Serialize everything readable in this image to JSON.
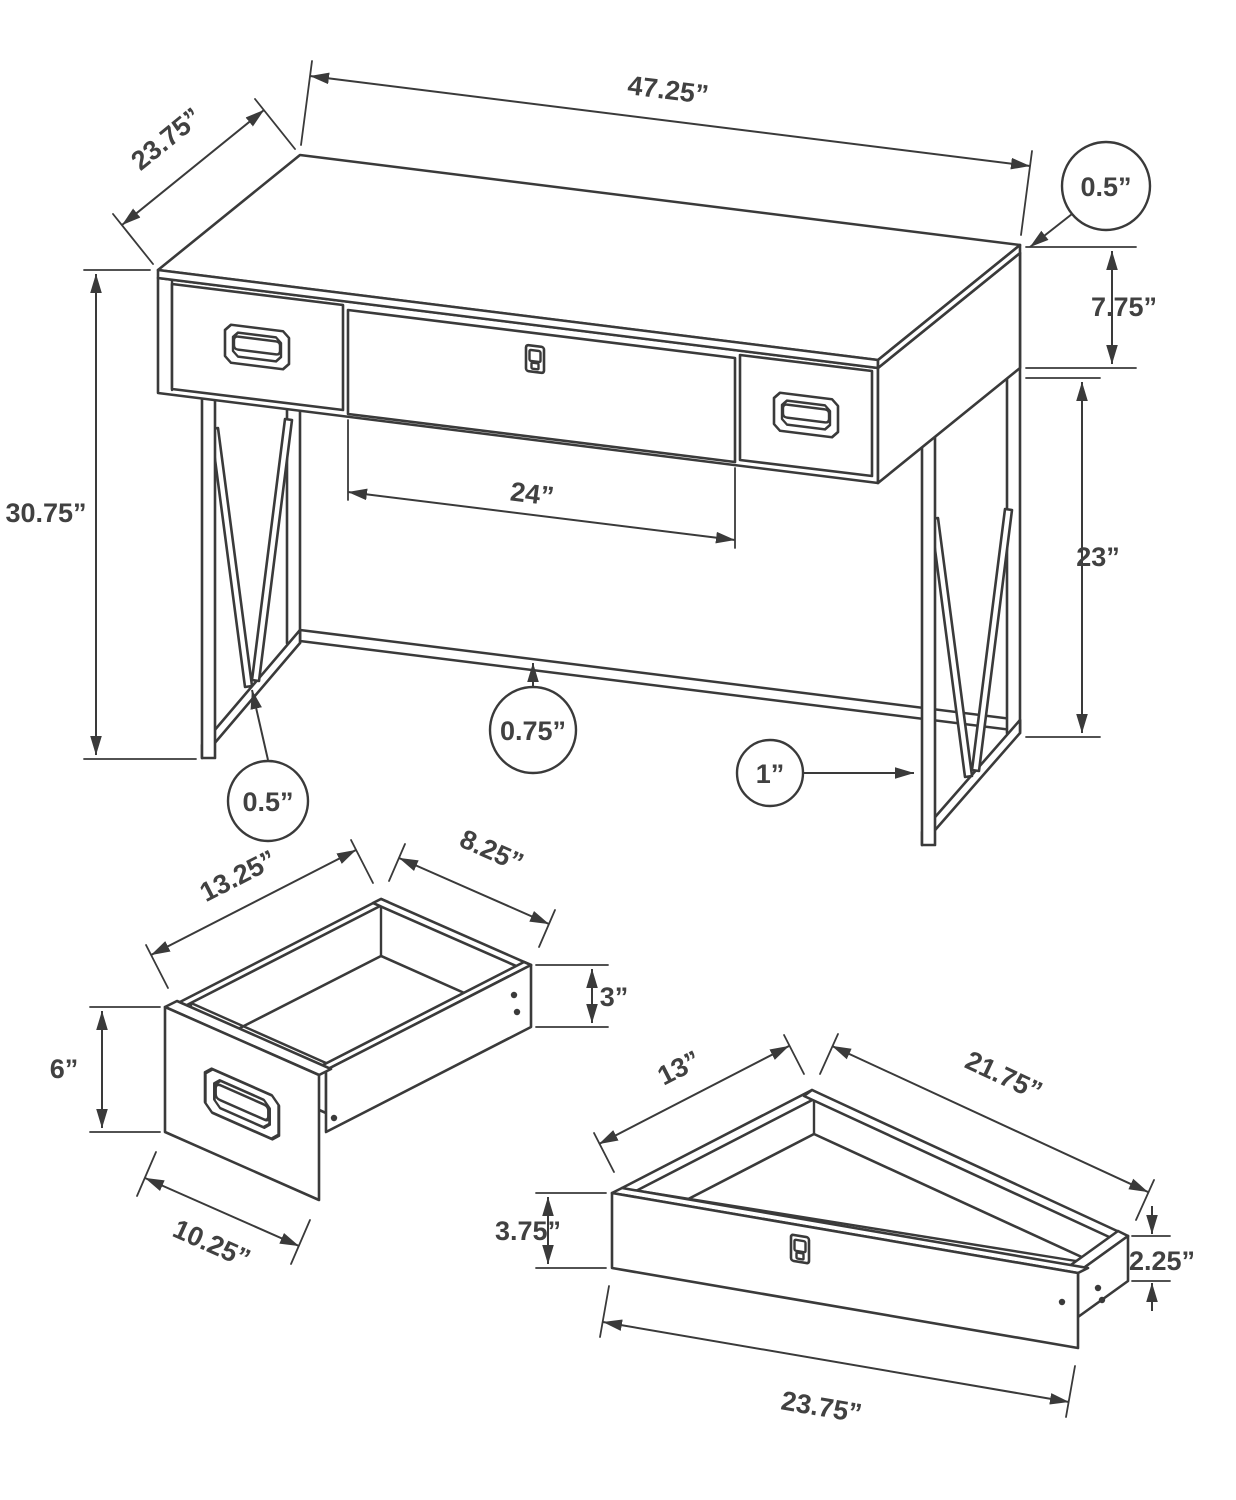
{
  "figure": {
    "colors": {
      "line": "#3a3a3a",
      "background": "#ffffff"
    },
    "desk": {
      "dims": {
        "top_width": "47.25”",
        "top_depth": "23.75”",
        "top_thickness": "0.5”",
        "apron_height": "7.75”",
        "overall_height": "30.75”",
        "center_drawer_width": "24”",
        "leg_clearance": "23”",
        "stretcher_thickness": "0.75”",
        "brace_thickness": "0.5”",
        "leg_width": "1”"
      }
    },
    "small_drawer": {
      "dims": {
        "depth": "13.25”",
        "top_width": "8.25”",
        "front_height": "6”",
        "side_height": "3”",
        "front_width": "10.25”"
      }
    },
    "large_drawer": {
      "dims": {
        "depth": "13”",
        "top_width": "21.75”",
        "front_height": "3.75”",
        "side_height": "2.25”",
        "front_width": "23.75”"
      }
    }
  }
}
